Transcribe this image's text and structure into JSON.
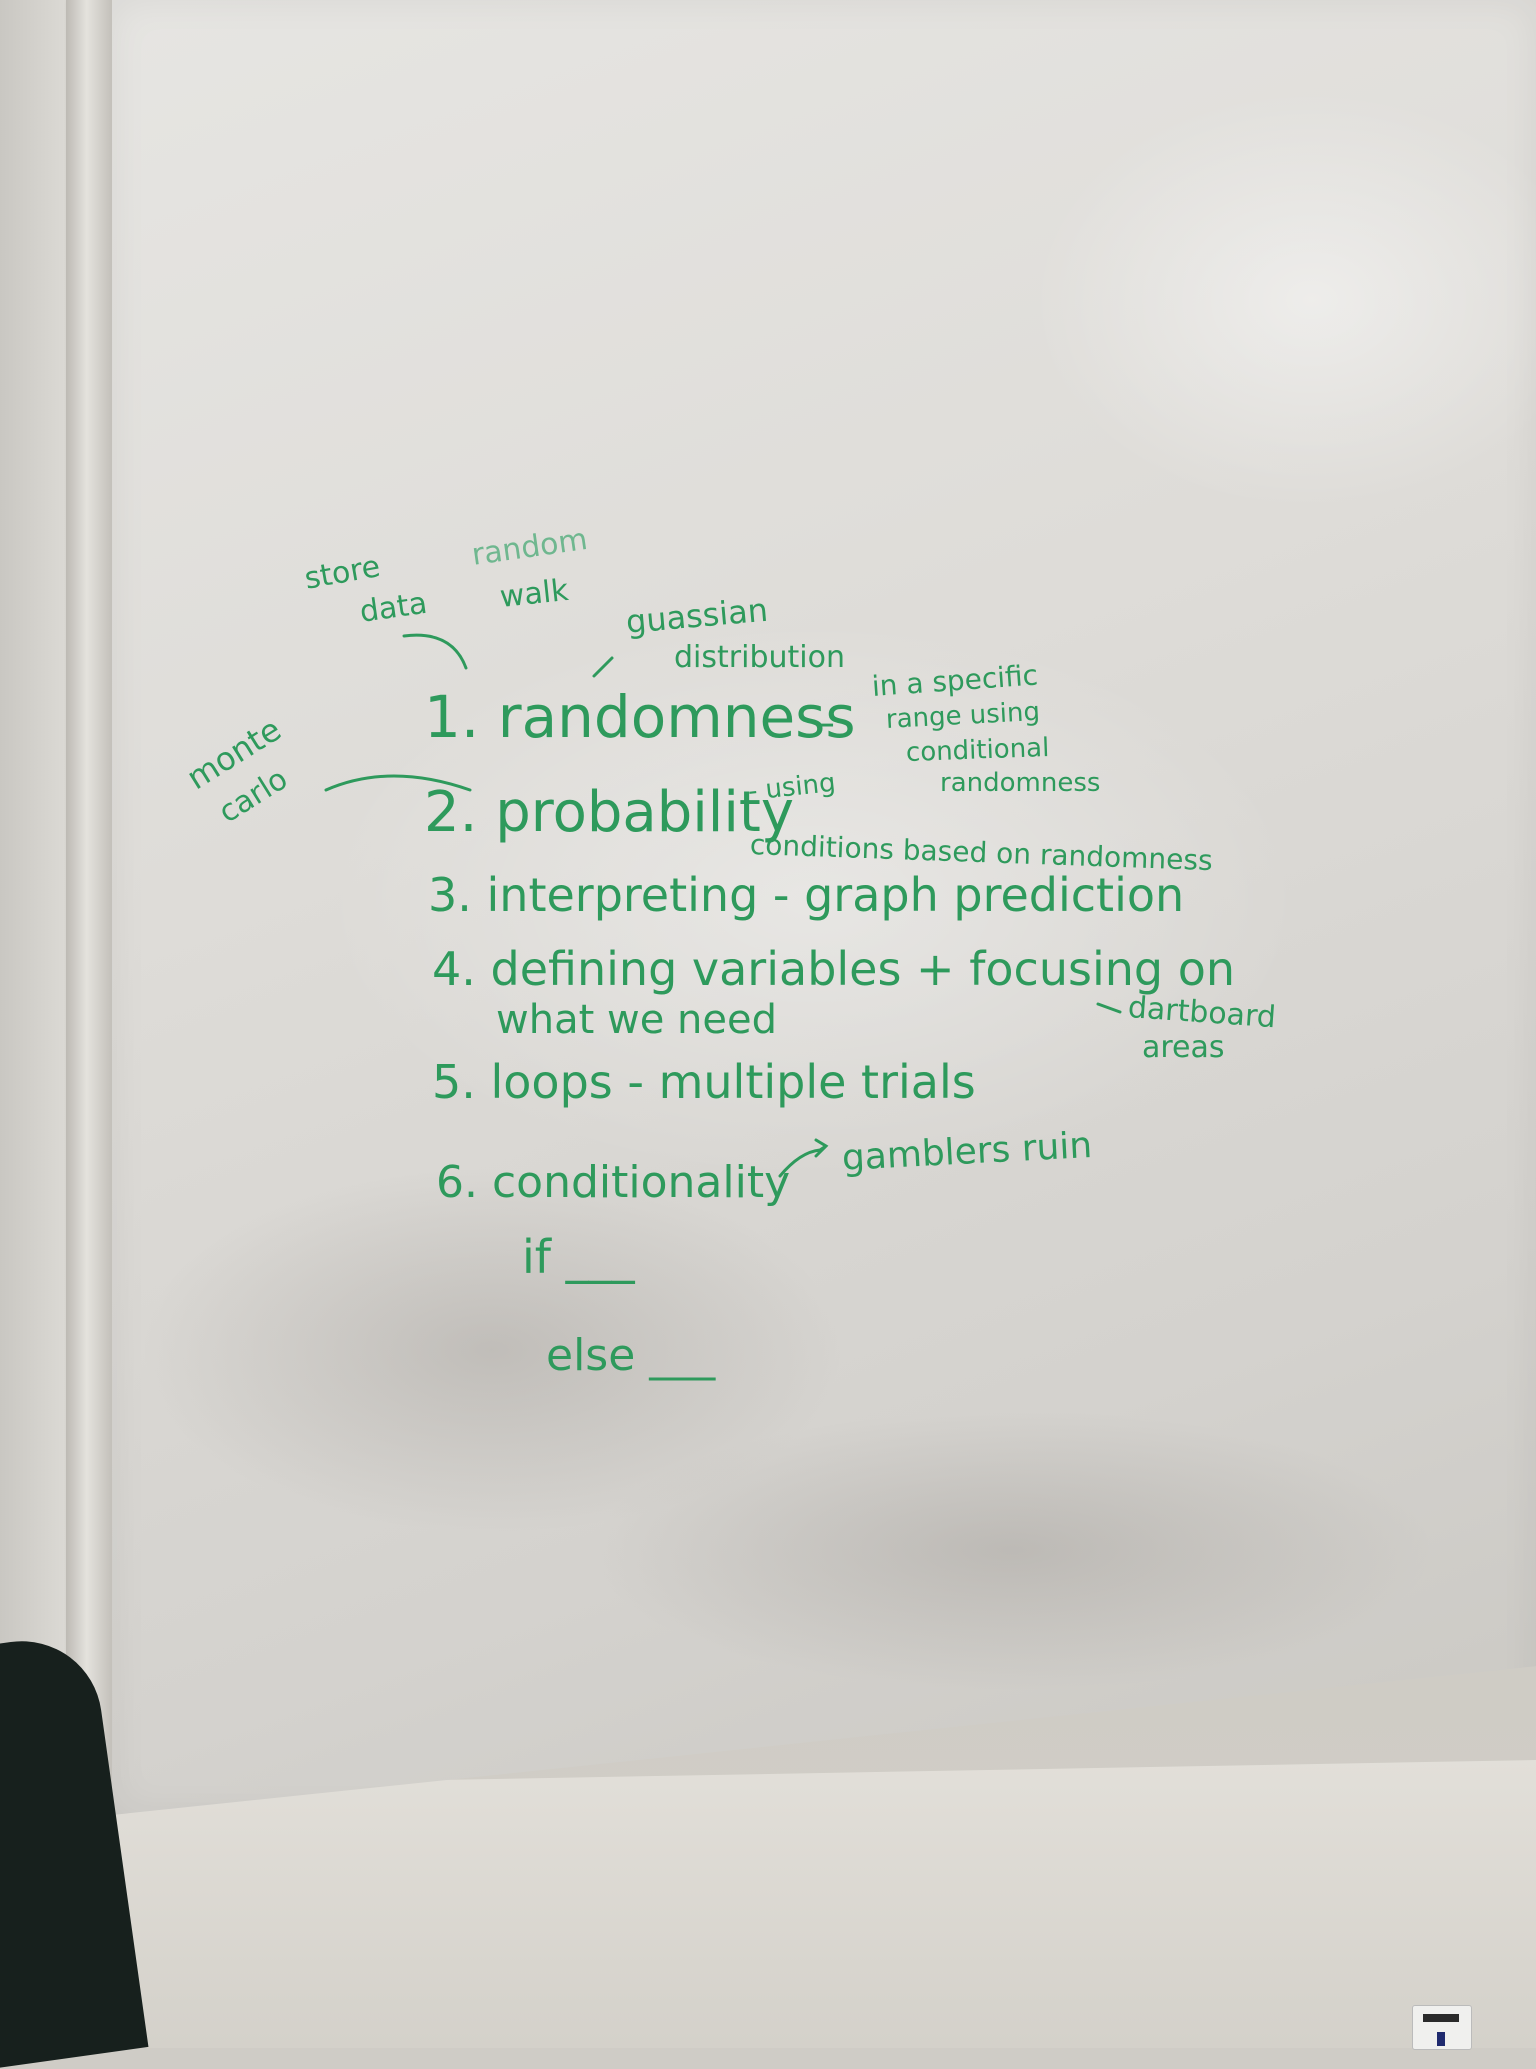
{
  "whiteboard": {
    "side_notes": {
      "store_data": [
        "store",
        "data"
      ],
      "random_walk": [
        "random",
        "walk"
      ],
      "gaussian": [
        "guassian",
        "distribution"
      ],
      "monte_carlo": [
        "monte",
        "carlo"
      ]
    },
    "items": [
      {
        "label": "1. randomness",
        "dash": "–",
        "note": [
          "in a specific",
          "range using",
          "conditional",
          "randomness"
        ]
      },
      {
        "label": "2. probability",
        "note": [
          "- using",
          "conditions based on randomness"
        ]
      },
      {
        "label": "3. interpreting - graph prediction"
      },
      {
        "label": "4. defining variables + focusing on",
        "line2": "what we need",
        "note": [
          "dartboard",
          "areas"
        ]
      },
      {
        "label": "5. loops - multiple trials"
      },
      {
        "label": "6. conditionality",
        "note": "gamblers ruin",
        "if_line": "if ___",
        "else_line": "else ___"
      }
    ],
    "ink_color": "#2e9a5c"
  }
}
